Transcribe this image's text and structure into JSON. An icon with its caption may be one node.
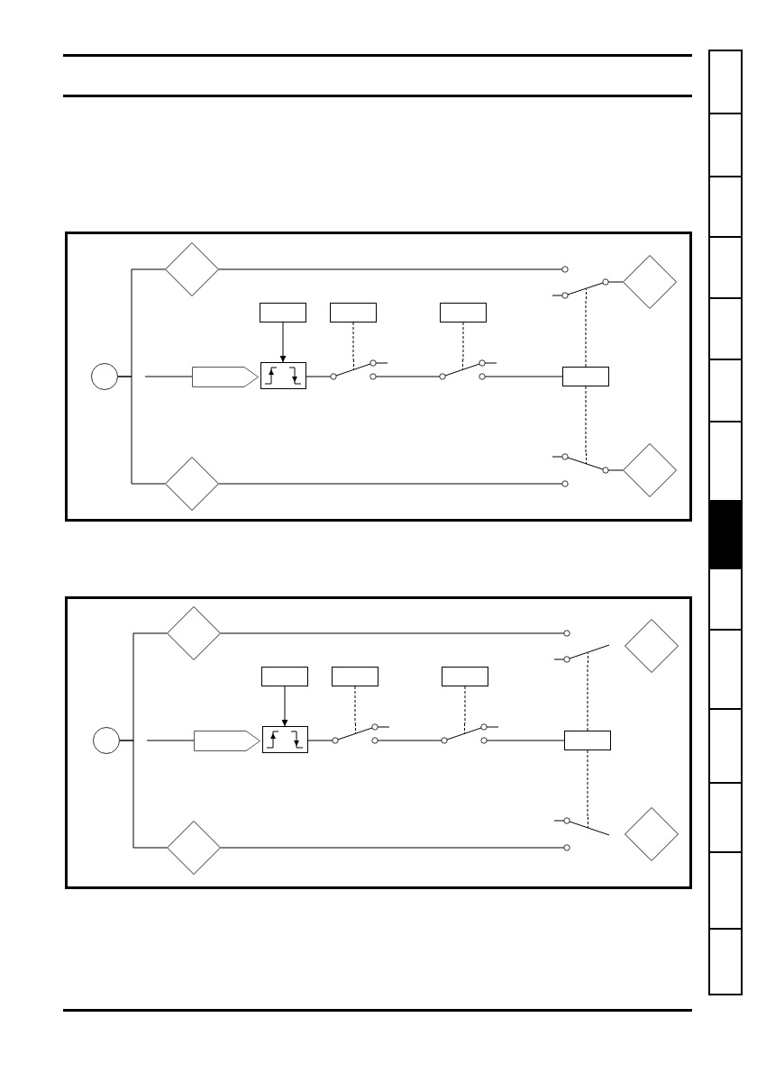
{
  "diagram": {
    "nodes": [
      {
        "text": [],
        "shape": "box"
      },
      {
        "text": [],
        "shape": "diamond",
        "in": 0
      },
      {
        "text": [],
        "shape": "box",
        "in": 0
      },
      {
        "text": [],
        "shape": "box",
        "in": 0
      },
      {
        "text": [],
        "shape": "box",
        "in": 0
      },
      {
        "text": [],
        "shape": "diamond",
        "in": 0
      },
      {
        "text": [],
        "shape": "switch",
        "in": 0
      },
      {
        "text": [],
        "shape": "circle",
        "in": 0
      },
      {
        "text": [],
        "shape": "pentagon",
        "in": 0
      },
      {
        "text": [],
        "shape": "box",
        "in": 0
      },
      {
        "text": [],
        "shape": "switch",
        "in": 0
      },
      {
        "text": [],
        "shape": "switch",
        "in": 0
      },
      {
        "text": [],
        "shape": "box",
        "in": 0
      },
      {
        "text": [],
        "shape": "switch",
        "in": 0
      },
      {
        "text": [],
        "shape": "diamond",
        "in": 0
      },
      {
        "text": [],
        "shape": "diamond",
        "in": 0
      },
      {
        "text": [],
        "shape": "box"
      },
      {
        "text": [],
        "shape": "diamond",
        "in": 16
      },
      {
        "text": [],
        "shape": "box",
        "in": 16
      },
      {
        "text": [],
        "shape": "box",
        "in": 16
      },
      {
        "text": [],
        "shape": "box",
        "in": 16
      },
      {
        "text": [],
        "shape": "diamond",
        "in": 16
      },
      {
        "text": [],
        "shape": "switch",
        "in": 16
      },
      {
        "text": [],
        "shape": "circle",
        "in": 16
      },
      {
        "text": [],
        "shape": "pentagon",
        "in": 16
      },
      {
        "text": [],
        "shape": "box",
        "in": 16
      },
      {
        "text": [],
        "shape": "switch",
        "in": 16
      },
      {
        "text": [],
        "shape": "switch",
        "in": 16
      },
      {
        "text": [],
        "shape": "box",
        "in": 16
      },
      {
        "text": [],
        "shape": "switch",
        "in": 16
      },
      {
        "text": [],
        "shape": "diamond",
        "in": 16
      },
      {
        "text": [],
        "shape": "diamond",
        "in": 16
      }
    ],
    "edges": [
      {
        "from": 7,
        "to": 1,
        "arrow": "none"
      },
      {
        "from": 7,
        "to": 14,
        "arrow": "none"
      },
      {
        "from": null,
        "to": 8,
        "arrow": "none"
      },
      {
        "from": 2,
        "to": 9,
        "arrow": "to"
      },
      {
        "from": 9,
        "to": 10,
        "arrow": "none"
      },
      {
        "from": 3,
        "to": 10,
        "arrow": "none",
        "style": "dashed"
      },
      {
        "from": 10,
        "to": 11,
        "arrow": "none"
      },
      {
        "from": 4,
        "to": 11,
        "arrow": "none",
        "style": "dashed"
      },
      {
        "from": 11,
        "to": 12,
        "arrow": "none"
      },
      {
        "from": 1,
        "to": 6,
        "arrow": "none"
      },
      {
        "from": 14,
        "to": 13,
        "arrow": "none"
      },
      {
        "from": 12,
        "to": 6,
        "arrow": "none",
        "style": "dashed"
      },
      {
        "from": 12,
        "to": 13,
        "arrow": "none",
        "style": "dashed"
      },
      {
        "from": 6,
        "to": 5,
        "arrow": "none"
      },
      {
        "from": 13,
        "to": 15,
        "arrow": "none"
      },
      {
        "from": 23,
        "to": 17,
        "arrow": "none"
      },
      {
        "from": 23,
        "to": 30,
        "arrow": "none"
      },
      {
        "from": null,
        "to": 24,
        "arrow": "none"
      },
      {
        "from": 18,
        "to": 25,
        "arrow": "to"
      },
      {
        "from": 25,
        "to": 26,
        "arrow": "none"
      },
      {
        "from": 19,
        "to": 26,
        "arrow": "none",
        "style": "dashed"
      },
      {
        "from": 26,
        "to": 27,
        "arrow": "none"
      },
      {
        "from": 20,
        "to": 27,
        "arrow": "none",
        "style": "dashed"
      },
      {
        "from": 27,
        "to": 28,
        "arrow": "none"
      },
      {
        "from": 17,
        "to": 22,
        "arrow": "none"
      },
      {
        "from": 30,
        "to": 29,
        "arrow": "none"
      },
      {
        "from": 28,
        "to": 22,
        "arrow": "none",
        "style": "dashed"
      },
      {
        "from": 28,
        "to": 29,
        "arrow": "none",
        "style": "dashed"
      }
    ]
  }
}
